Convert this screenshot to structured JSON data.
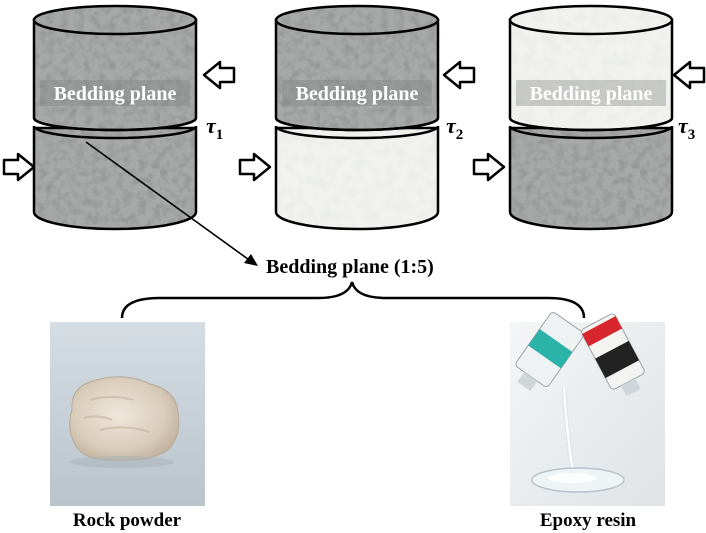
{
  "specimens": [
    {
      "plane_label": "Bedding plane",
      "tau": "τ",
      "tau_subscript": "1",
      "upper_texture": "rock",
      "lower_texture": "rock"
    },
    {
      "plane_label": "Bedding plane",
      "tau": "τ",
      "tau_subscript": "2",
      "upper_texture": "rock",
      "lower_texture": "resin"
    },
    {
      "plane_label": "Bedding plane",
      "tau": "τ",
      "tau_subscript": "3",
      "upper_texture": "resin",
      "lower_texture": "rock"
    }
  ],
  "ratio_label": "Bedding plane (1:5)",
  "materials": [
    {
      "caption": "Rock powder",
      "icon": "rock-powder-photo"
    },
    {
      "caption": "Epoxy resin",
      "icon": "epoxy-resin-photo"
    }
  ],
  "colors": {
    "rock_base": "#8c8f8f",
    "resin_base": "#eef0ea",
    "outline": "#000000",
    "photo_background": "#c9d2d8"
  }
}
